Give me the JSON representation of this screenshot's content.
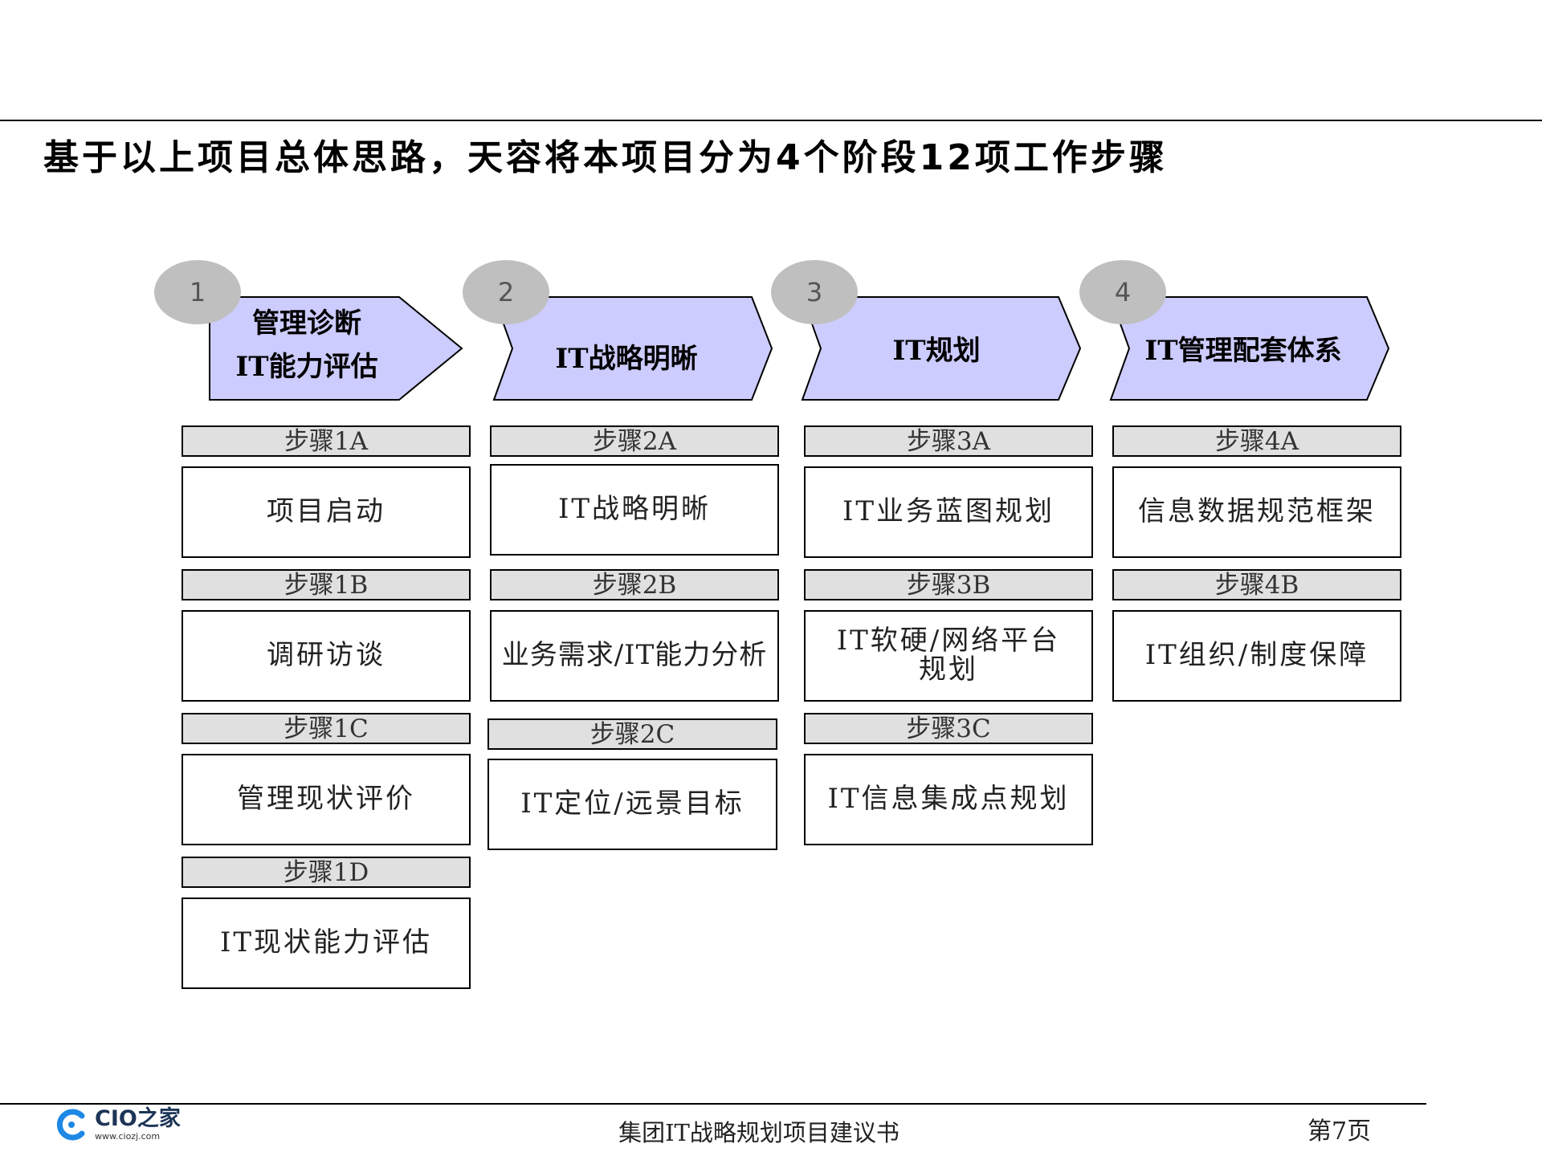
{
  "title": "基于以上项目总体思路，天容将本项目分为4个阶段12项工作步骤",
  "phases": [
    {
      "number": "1",
      "label_lines": [
        "管理诊断",
        "IT能力评估"
      ]
    },
    {
      "number": "2",
      "label_lines": [
        "IT战略明晰"
      ]
    },
    {
      "number": "3",
      "label_lines": [
        "IT规划"
      ]
    },
    {
      "number": "4",
      "label_lines": [
        "IT管理配套体系"
      ]
    }
  ],
  "phase_fill_color": "#ccccff",
  "columns": [
    {
      "steps": [
        {
          "header": "步骤1A",
          "lines": [
            "项目启动"
          ]
        },
        {
          "header": "步骤1B",
          "lines": [
            "调研访谈"
          ]
        },
        {
          "header": "步骤1C",
          "lines": [
            "管理现状评价"
          ]
        },
        {
          "header": "步骤1D",
          "lines": [
            "IT现状能力评估"
          ]
        }
      ]
    },
    {
      "steps": [
        {
          "header": "步骤2A",
          "lines": [
            "IT战略明晰"
          ]
        },
        {
          "header": "步骤2B",
          "lines": [
            "业务需求/IT能力分析"
          ]
        },
        {
          "header": "步骤2C",
          "lines": [
            "IT定位/远景目标"
          ]
        }
      ]
    },
    {
      "steps": [
        {
          "header": "步骤3A",
          "lines": [
            "IT业务蓝图规划"
          ]
        },
        {
          "header": "步骤3B",
          "lines": [
            "IT软硬/网络平台",
            "规划"
          ]
        },
        {
          "header": "步骤3C",
          "lines": [
            "IT信息集成点规划"
          ]
        }
      ]
    },
    {
      "steps": [
        {
          "header": "步骤4A",
          "lines": [
            "信息数据规范框架"
          ]
        },
        {
          "header": "步骤4B",
          "lines": [
            "IT组织/制度保障"
          ]
        }
      ]
    }
  ],
  "footer": {
    "logo_main": "CIO之家",
    "logo_url": "www.ciozj.com",
    "center_text": "集团IT战略规划项目建议书",
    "page_label": "第7页"
  }
}
